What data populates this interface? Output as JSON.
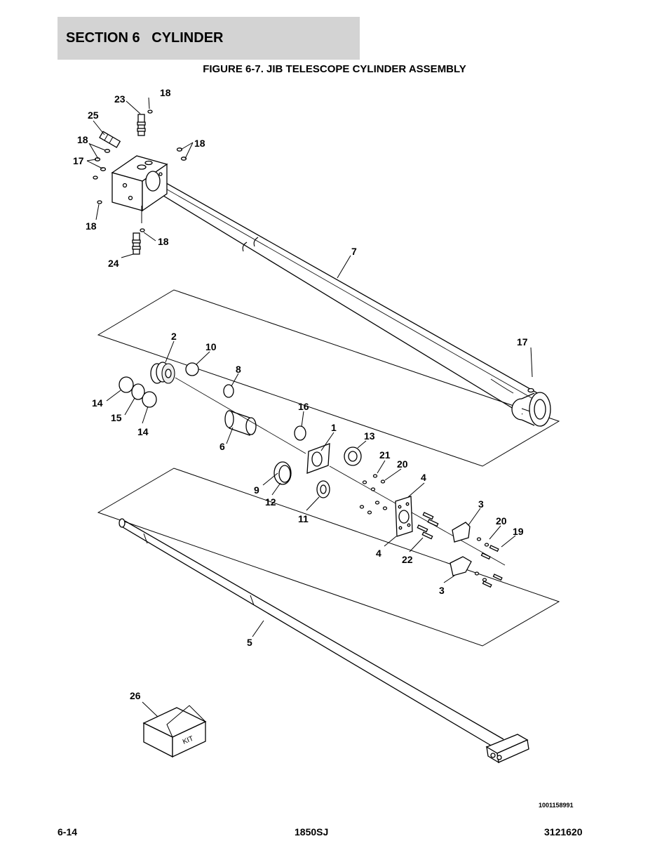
{
  "header": {
    "section": "SECTION 6",
    "title": "CYLINDER"
  },
  "figure": {
    "title": "FIGURE 6-7. JIB TELESCOPE CYLINDER ASSEMBLY",
    "drawing_number": "1001158991",
    "kit_label": "KIT",
    "callouts": {
      "c1": "1",
      "c2": "2",
      "c3a": "3",
      "c3b": "3",
      "c4a": "4",
      "c4b": "4",
      "c5": "5",
      "c6": "6",
      "c7": "7",
      "c8": "8",
      "c9": "9",
      "c10": "10",
      "c11": "11",
      "c12": "12",
      "c13": "13",
      "c14a": "14",
      "c14b": "14",
      "c15": "15",
      "c16": "16",
      "c17a": "17",
      "c17b": "17",
      "c18a": "18",
      "c18b": "18",
      "c18c": "18",
      "c18d": "18",
      "c18e": "18",
      "c19": "19",
      "c20a": "20",
      "c20b": "20",
      "c21": "21",
      "c22": "22",
      "c23": "23",
      "c24": "24",
      "c25": "25",
      "c26": "26"
    }
  },
  "footer": {
    "page": "6-14",
    "model": "1850SJ",
    "doc_number": "3121620"
  }
}
